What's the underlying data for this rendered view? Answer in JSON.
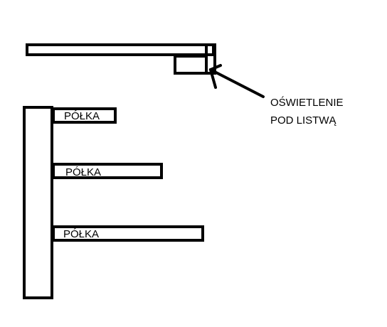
{
  "labels": {
    "lighting_line1": "OŚWIETLENIE",
    "lighting_line2": "POD LISTWĄ",
    "shelf_1": "PÓŁKA",
    "shelf_2": "PÓŁKA",
    "shelf_3": "PÓŁKA"
  },
  "colors": {
    "stroke": "#000000",
    "background": "#ffffff"
  }
}
